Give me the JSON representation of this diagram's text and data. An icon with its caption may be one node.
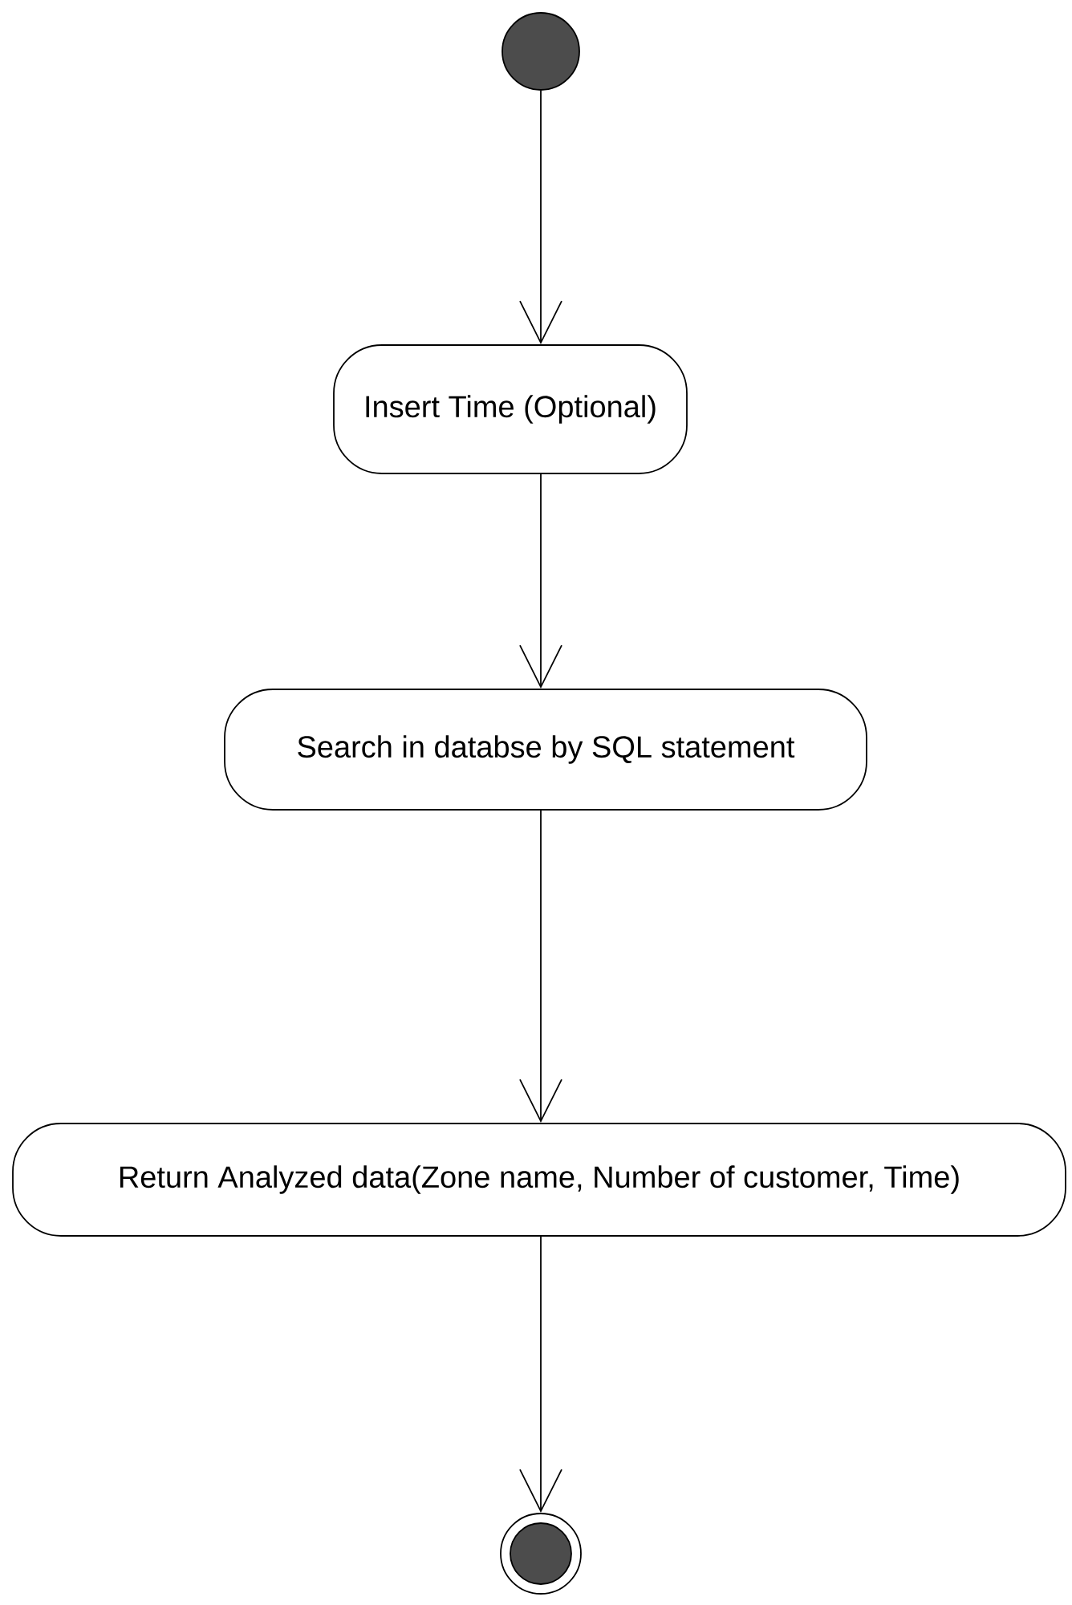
{
  "diagram": {
    "nodes": [
      {
        "text": [],
        "shape": "circle"
      },
      {
        "text": [
          "Insert Time (Optional)"
        ]
      },
      {
        "text": [
          "Search in databse by SQL statement"
        ]
      },
      {
        "text": [
          "Return Analyzed data(Zone name, Number of customer, Time)"
        ]
      },
      {
        "text": [],
        "shape": "bullseye"
      }
    ],
    "edges": [
      {
        "from": 0,
        "to": 1,
        "arrow": "to"
      },
      {
        "from": 1,
        "to": 2,
        "arrow": "to"
      },
      {
        "from": 2,
        "to": 3,
        "arrow": "to"
      },
      {
        "from": 3,
        "to": 4,
        "arrow": "to"
      }
    ]
  }
}
